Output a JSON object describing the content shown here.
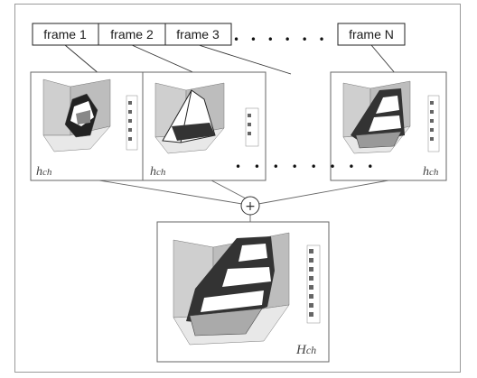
{
  "frames": {
    "labels": [
      "frame 1",
      "frame 2",
      "frame 3",
      "frame N"
    ],
    "ellipsis_top": "• • • • • •",
    "ellipsis_mid": "• • • • • • • •"
  },
  "plots": {
    "small_label_main": "h",
    "small_label_sub": "ch",
    "result_label_main": "H",
    "result_label_sub": "ch"
  },
  "operator": {
    "symbol": "+"
  }
}
